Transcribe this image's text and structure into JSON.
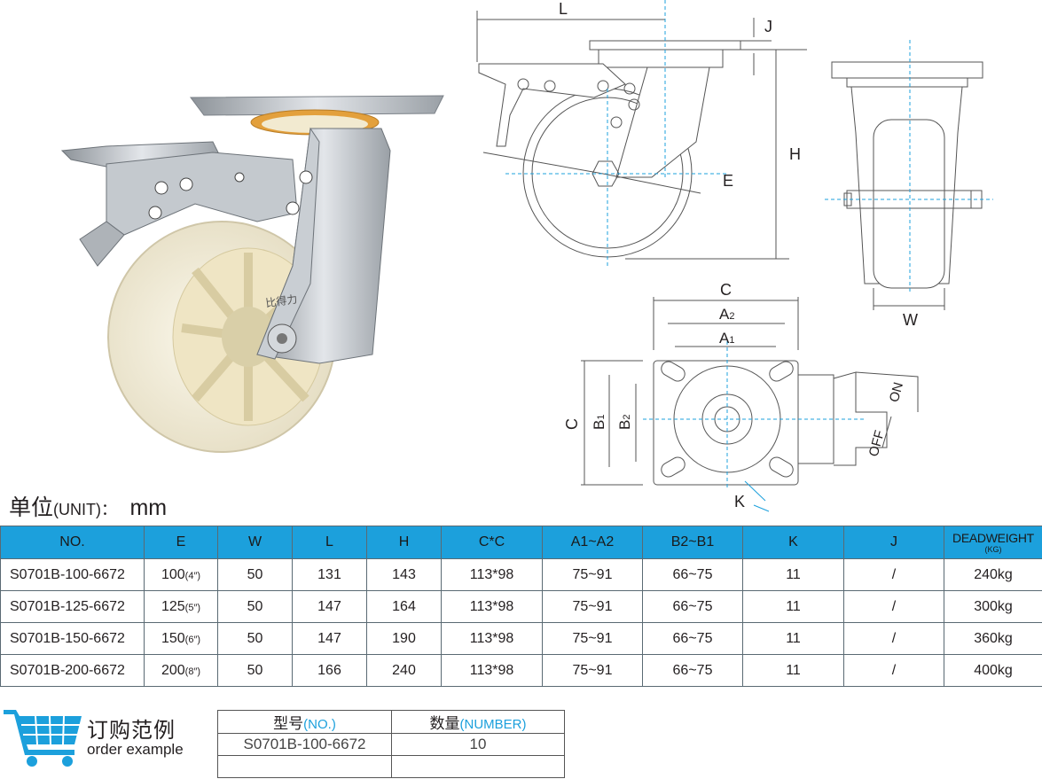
{
  "unit": {
    "label_cn": "单位",
    "label_en": "(UNIT)：",
    "value": "mm"
  },
  "product": {
    "brand_mark": "比得力"
  },
  "diagrams": {
    "side": {
      "L": "L",
      "J": "J",
      "H": "H",
      "E": "E"
    },
    "front": {
      "W": "W"
    },
    "top": {
      "C_top": "C",
      "A2": "A",
      "A2_sub": "2",
      "A1": "A",
      "A1_sub": "1",
      "C_side": "C",
      "B1": "B",
      "B1_sub": "1",
      "B2": "B",
      "B2_sub": "2",
      "K": "K",
      "on": "ON",
      "off": "OFF"
    }
  },
  "table": {
    "headers": {
      "no": "NO.",
      "e": "E",
      "w": "W",
      "l": "L",
      "h": "H",
      "cc": "C*C",
      "a": "A1~A2",
      "b": "B2~B1",
      "k": "K",
      "j": "J",
      "dw": "DEADWEIGHT",
      "dw_unit": "(KG)"
    },
    "rows": [
      {
        "no": "S0701B-100-6672",
        "e": "100",
        "e_in": "(4″)",
        "w": "50",
        "l": "131",
        "h": "143",
        "cc": "113*98",
        "a": "75~91",
        "b": "66~75",
        "k": "11",
        "j": "/",
        "dw": "240kg"
      },
      {
        "no": "S0701B-125-6672",
        "e": "125",
        "e_in": "(5″)",
        "w": "50",
        "l": "147",
        "h": "164",
        "cc": "113*98",
        "a": "75~91",
        "b": "66~75",
        "k": "11",
        "j": "/",
        "dw": "300kg"
      },
      {
        "no": "S0701B-150-6672",
        "e": "150",
        "e_in": "(6″)",
        "w": "50",
        "l": "147",
        "h": "190",
        "cc": "113*98",
        "a": "75~91",
        "b": "66~75",
        "k": "11",
        "j": "/",
        "dw": "360kg"
      },
      {
        "no": "S0701B-200-6672",
        "e": "200",
        "e_in": "(8″)",
        "w": "50",
        "l": "166",
        "h": "240",
        "cc": "113*98",
        "a": "75~91",
        "b": "66~75",
        "k": "11",
        "j": "/",
        "dw": "400kg"
      }
    ]
  },
  "order_example": {
    "title_cn": "订购范例",
    "title_en": "order example",
    "col1_cn": "型号",
    "col1_en": "(NO.)",
    "col2_cn": "数量",
    "col2_en": "(NUMBER)",
    "model": "S0701B-100-6672",
    "quantity": "10"
  },
  "colors": {
    "accent": "#1ca0dc",
    "wheel": "#f1ecd9",
    "metal": "#b9bdc2"
  }
}
